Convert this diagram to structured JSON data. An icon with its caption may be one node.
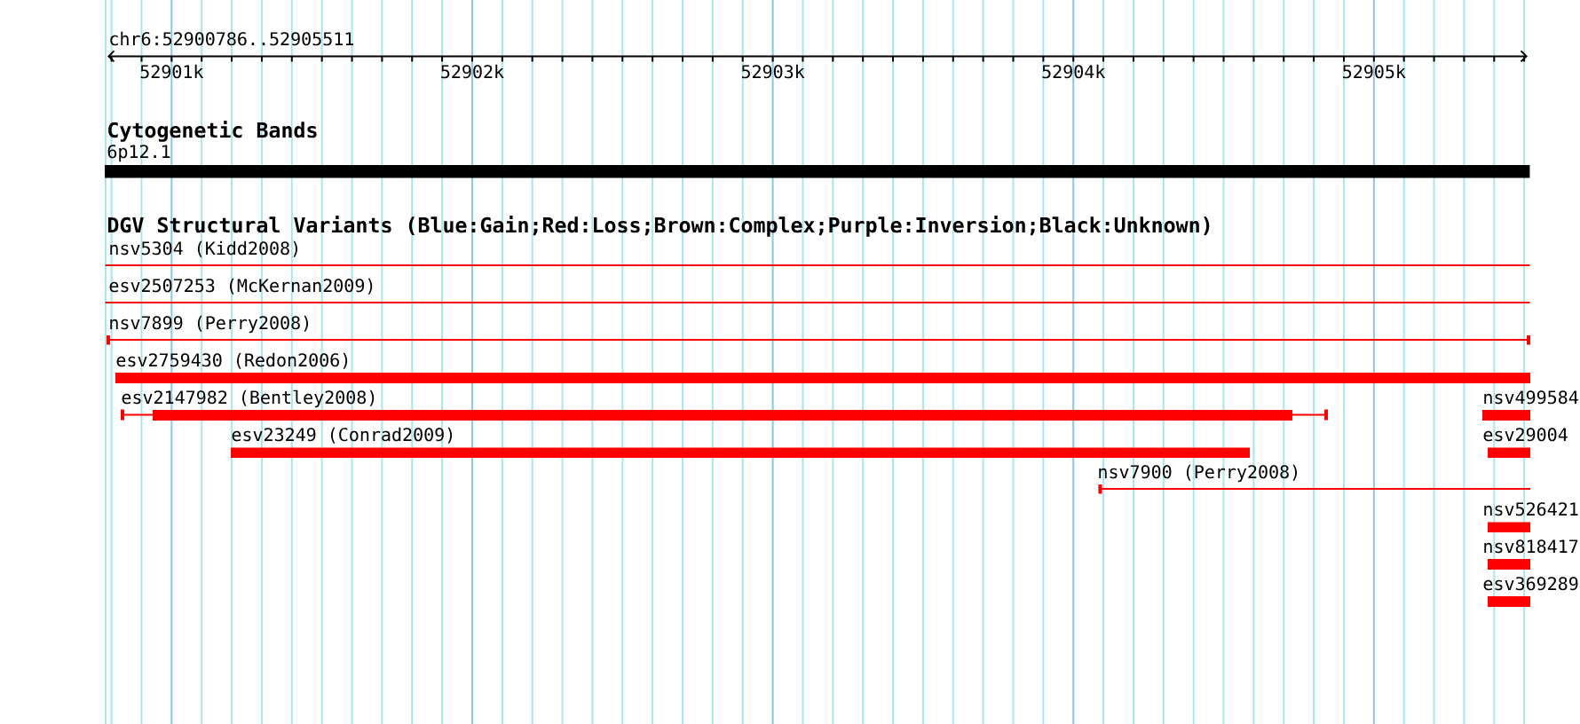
{
  "diagram": {
    "nodes": [
      {
        "text": [
          "6p12.1"
        ]
      },
      {
        "text": [
          "nsv5304 (Kidd2008)"
        ]
      },
      {
        "text": [
          "esv2507253 (McKernan2009)"
        ]
      },
      {
        "text": [
          "nsv7899 (Perry2008)"
        ]
      },
      {
        "text": [
          "esv2759430 (Redon2006)"
        ]
      },
      {
        "text": [
          "esv2147982 (Bentley2008)"
        ]
      },
      {
        "text": [
          "nsv499584"
        ]
      },
      {
        "text": [
          "esv23249 (Conrad2009)"
        ]
      },
      {
        "text": [
          "esv29004"
        ]
      },
      {
        "text": [
          "nsv7900 (Perry2008)"
        ]
      },
      {
        "text": [
          "nsv526421"
        ]
      },
      {
        "text": [
          "nsv818417"
        ]
      },
      {
        "text": [
          "esv369289"
        ]
      }
    ],
    "labels": [
      "chr6:52900786..52905511",
      "52901k",
      "52902k",
      "52903k",
      "52904k",
      "52905k",
      "Cytogenetic Bands",
      "DGV Structural Variants (Blue:Gain;Red:Loss;Brown:Complex;Purple:Inversion;Black:Unknown)"
    ]
  }
}
